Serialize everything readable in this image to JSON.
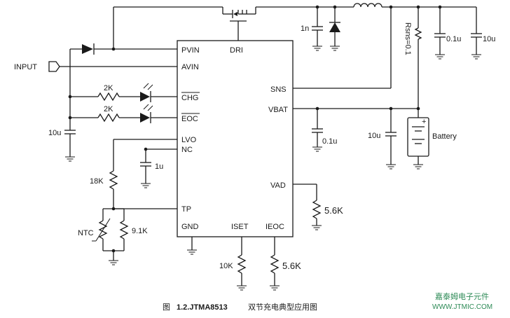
{
  "ic": {
    "pins": {
      "pvin": "PVIN",
      "avin": "AVIN",
      "chg": "CHG",
      "eoc": "EOC",
      "lvo": "LVO",
      "nc": "NC",
      "tp": "TP",
      "gnd": "GND",
      "dri": "DRI",
      "sns": "SNS",
      "vbat": "VBAT",
      "vad": "VAD",
      "iset": "ISET",
      "ieoc": "IEOC"
    }
  },
  "labels": {
    "input": "INPUT",
    "r_chg": "2K",
    "r_eoc": "2K",
    "c_in": "10u",
    "c_lvo": "1u",
    "r_ntc_bias": "18K",
    "ntc": "NTC",
    "r_tp": "9.1K",
    "r_iset": "10K",
    "r_ieoc": "5.6K",
    "r_vad": "5.6K",
    "c_dri": "1n",
    "c_vbat": "0.1u",
    "c_bat": "10u",
    "battery": "Battery",
    "rsns": "Rsns=0.1",
    "c_out1": "0.1u",
    "c_out2": "10u"
  },
  "caption": {
    "prefix": "图",
    "number": "1.2.JTMA8513",
    "title": "双节充电典型应用图"
  },
  "watermark": {
    "line1": "嘉泰姆电子元件",
    "line2": "WWW.JTMIC.COM"
  }
}
